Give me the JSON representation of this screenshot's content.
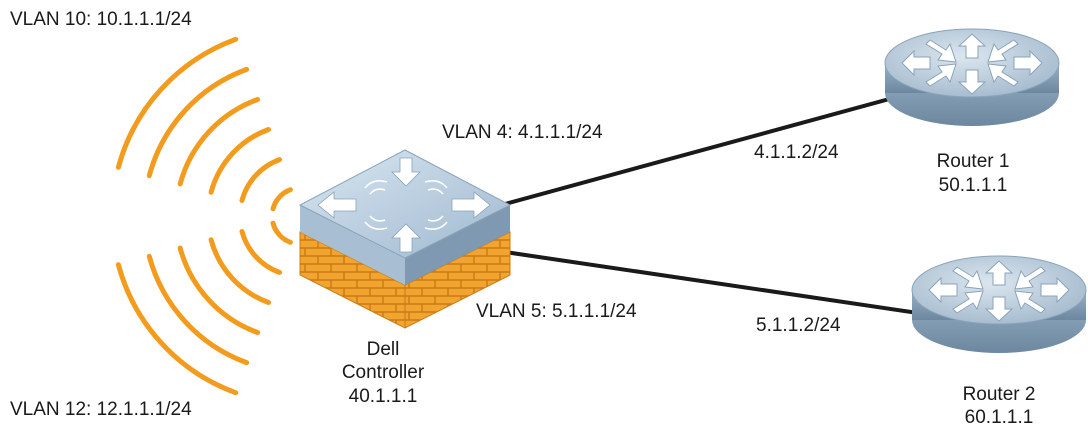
{
  "labels": {
    "vlan10": "VLAN 10: 10.1.1.1/24",
    "vlan12": "VLAN 12: 12.1.1.1/24",
    "vlan4": "VLAN 4: 4.1.1.1/24",
    "vlan5": "VLAN 5: 5.1.1.1/24",
    "link1_ip": "4.1.1.2/24",
    "link2_ip": "5.1.1.2/24"
  },
  "controller": {
    "name_line1": "Dell",
    "name_line2": "Controller",
    "ip": "40.1.1.1"
  },
  "router1": {
    "name": "Router 1",
    "ip": "50.1.1.1"
  },
  "router2": {
    "name": "Router 2",
    "ip": "60.1.1.1"
  },
  "colors": {
    "wave": "#f29b1d",
    "link": "#1a1a1a",
    "controller_top": "#b8cde0",
    "controller_side": "#8fa9c2",
    "brick": "#f0a030",
    "router_top": "#bfd0de",
    "router_side": "#7f9bb3",
    "arrow": "#ffffff"
  },
  "icons": {
    "controller": "wireless-controller-icon",
    "router": "router-icon",
    "waves": "wifi-waves-icon"
  }
}
